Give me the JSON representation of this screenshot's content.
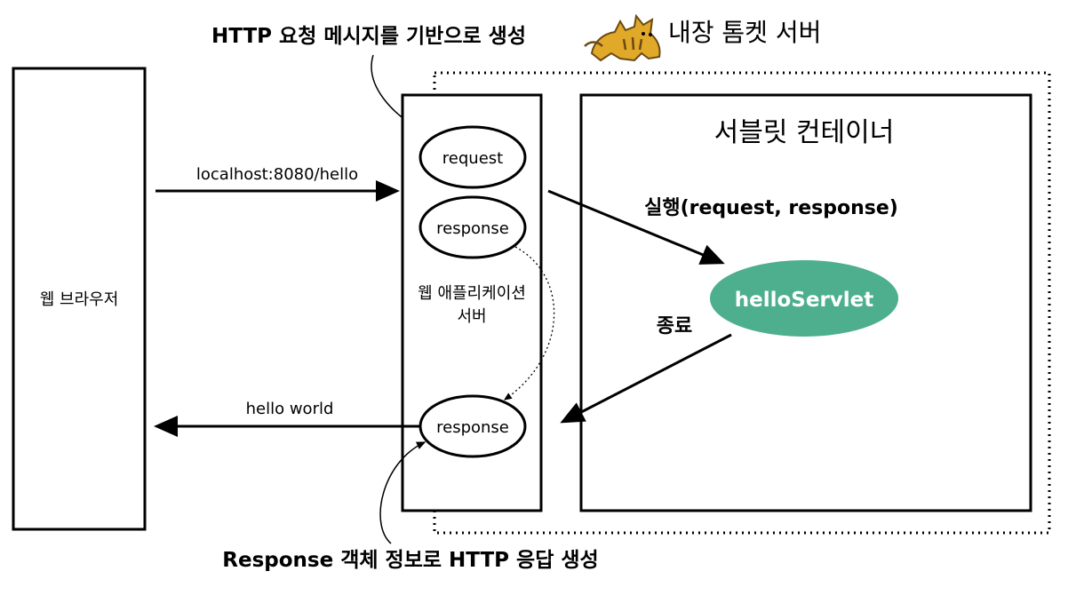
{
  "annotations": {
    "top_note": "HTTP 요청 메시지를 기반으로 생성",
    "bottom_note": "Response 객체 정보로 HTTP 응답 생성"
  },
  "tomcat": {
    "logo_icon": "tomcat-cat-icon",
    "title": "내장 톰켓 서버"
  },
  "browser": {
    "label": "웹 브라우저"
  },
  "flows": {
    "request_url": "localhost:8080/hello",
    "response_body": "hello world",
    "execute": "실행(request, response)",
    "finish": "종료"
  },
  "was": {
    "label_line1": "웹 애플리케이션",
    "label_line2": "서버",
    "request_obj": "request",
    "response_obj": "response",
    "response_out": "response"
  },
  "container": {
    "title": "서블릿 컨테이너",
    "servlet": "helloServlet"
  },
  "colors": {
    "servlet_fill": "#4daf8e",
    "servlet_text": "#ffffff",
    "stroke": "#000000",
    "tomcat_body": "#e0a92a",
    "tomcat_stripe": "#6b4a12"
  }
}
